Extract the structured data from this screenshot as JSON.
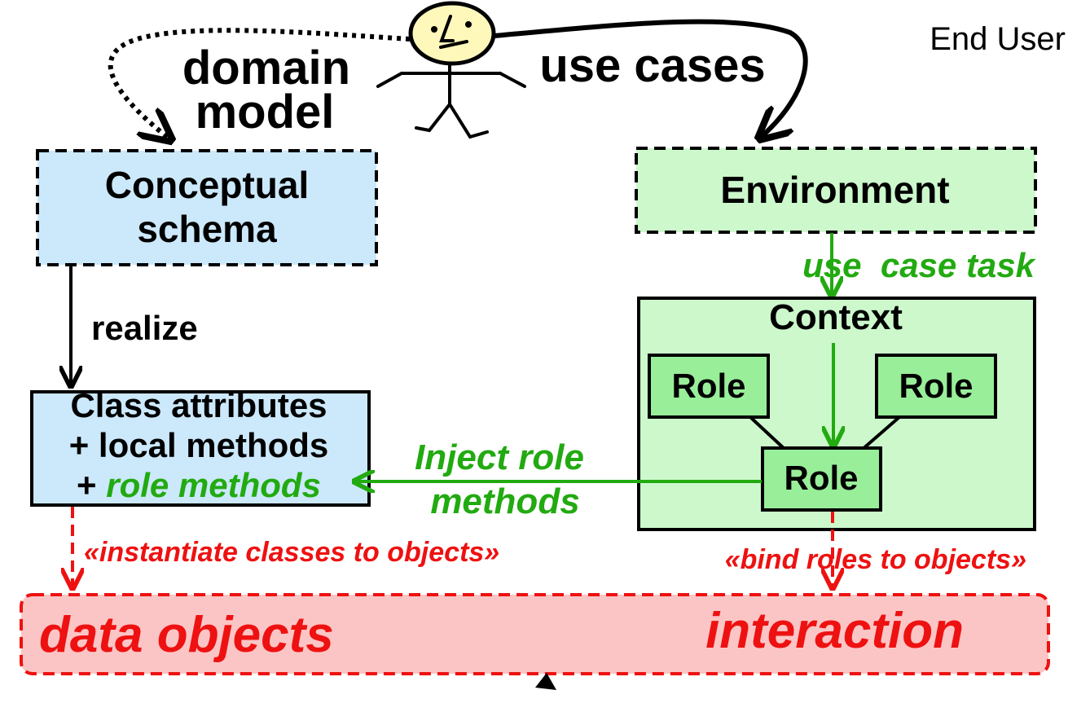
{
  "actor": {
    "label": "End User",
    "left_label": [
      "domain",
      "model"
    ],
    "right_label": "use cases"
  },
  "conceptual_schema": {
    "lines": [
      "Conceptual",
      "schema"
    ]
  },
  "environment": {
    "label": "Environment"
  },
  "realize_label": "realize",
  "use_case_task_label": "use  case task",
  "class_box": {
    "line1": "Class attributes",
    "line2": "+ local methods",
    "line3_prefix": "+ ",
    "line3_italic": "role methods"
  },
  "context": {
    "title": "Context",
    "roles": [
      "Role",
      "Role",
      "Role"
    ]
  },
  "inject_label": [
    "Inject role",
    "methods"
  ],
  "instantiate_label": "«instantiate classes to objects»",
  "bind_label": "«bind roles to objects»",
  "bottom": {
    "data_objects": "data objects",
    "interaction": "interaction"
  },
  "colors": {
    "black": "#000000",
    "green": "#22aa11",
    "red": "#ee1111",
    "light_blue": "#cce8fb",
    "light_green": "#ccf8cc",
    "mid_green": "#99ee99",
    "light_red": "#fcc5c5",
    "face": "#fff8bb"
  }
}
